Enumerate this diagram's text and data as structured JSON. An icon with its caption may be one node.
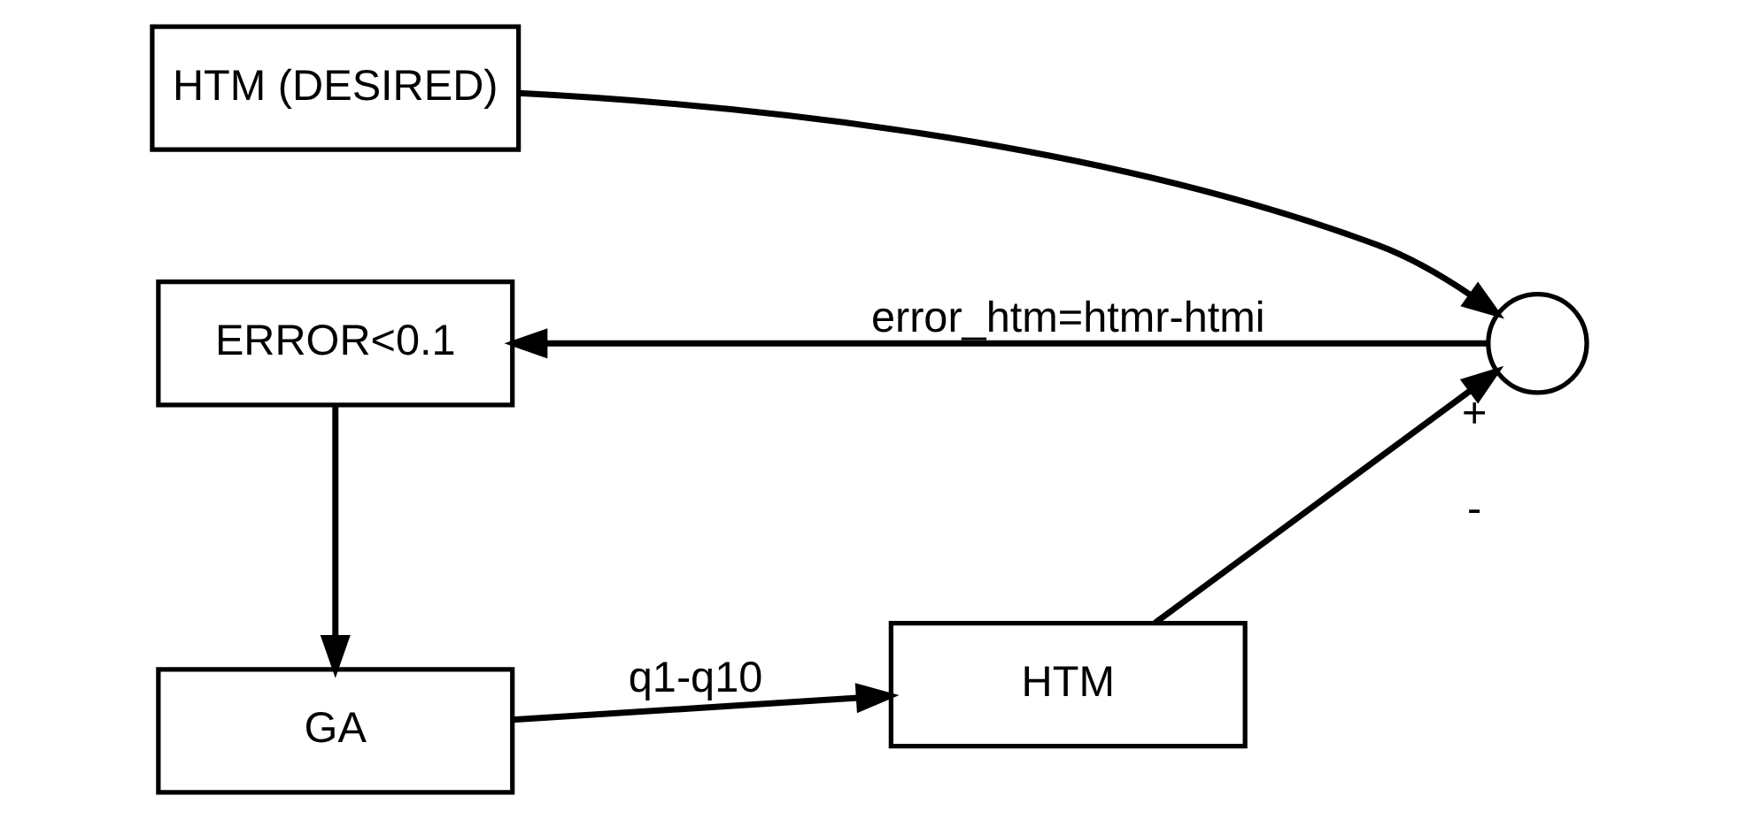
{
  "diagram": {
    "nodes": [
      {
        "text": [
          "HTM (DESIRED)"
        ]
      },
      {
        "text": [
          "GA"
        ]
      },
      {
        "text": [
          "HTM"
        ]
      },
      {
        "text": [
          "ERROR<0.1"
        ]
      },
      {
        "text": [],
        "shape": "circle",
        "beside": [
          "+",
          "-"
        ]
      }
    ],
    "edges": [
      {
        "from": 0,
        "to": 4,
        "arrow": "to"
      },
      {
        "from": 1,
        "to": 2,
        "label": "q1-q10",
        "arrow": "to"
      },
      {
        "from": 2,
        "to": 4,
        "arrow": "to"
      },
      {
        "from": 4,
        "to": 3,
        "label": "error_htm=htmr-htmi",
        "arrow": "to"
      },
      {
        "from": 3,
        "to": 1,
        "arrow": "to"
      }
    ]
  }
}
